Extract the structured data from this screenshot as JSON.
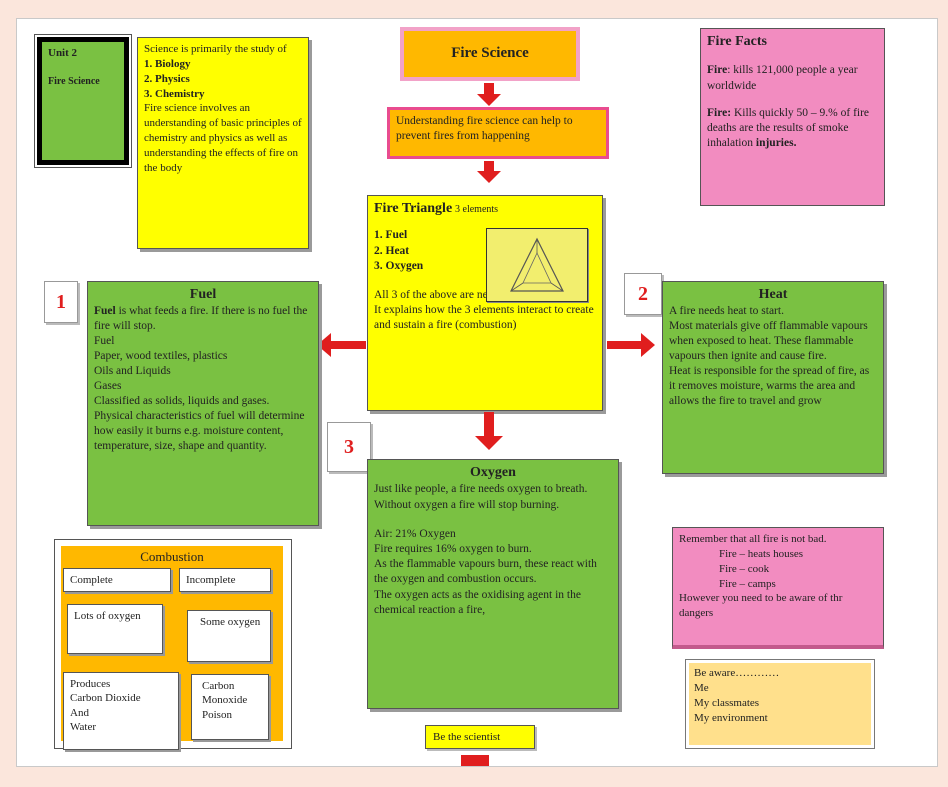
{
  "unit_box": {
    "unit": "Unit 2",
    "name": "Fire Science"
  },
  "science_box": {
    "intro": "Science is primarily the study of",
    "items": [
      "1. Biology",
      "2. Physics",
      "3. Chemistry"
    ],
    "body": "Fire science involves an understanding of basic principles of chemistry and physics as well as understanding the effects of fire on the body"
  },
  "main_title": "Fire Science",
  "prevent_text": "Understanding fire science can help to prevent fires from happening",
  "fire_facts": {
    "title": "Fire Facts",
    "fact1_label": "Fire",
    "fact1_text": ": kills 121,000 people a year worldwide",
    "fact2_label": "Fire:",
    "fact2_text": " Kills quickly 50 – 9.% of fire deaths are the results of smoke inhalation ",
    "fact2_bold": "injuries."
  },
  "triangle": {
    "title": "Fire Triangle",
    "subtitle": "3 elements",
    "items": [
      "1. Fuel",
      "2. Heat",
      "3. Oxygen"
    ],
    "text1": "All 3 of the above are needed for a fire to burn",
    "text2": "It explains how the 3 elements interact to create and sustain a fire (combustion)"
  },
  "fuel": {
    "number": "1",
    "title": "Fuel",
    "lead_bold": "Fuel",
    "lead_text": " is what feeds a fire. If there is no fuel the fire will stop.",
    "lines": [
      "Fuel",
      "Paper, wood textiles, plastics",
      "Oils and Liquids",
      "Gases",
      "Classified as solids, liquids and gases.",
      "Physical characteristics of fuel will determine how easily it burns e.g. moisture content, temperature, size, shape and quantity."
    ]
  },
  "heat": {
    "number": "2",
    "title": "Heat",
    "lines": [
      "A fire needs heat to start.",
      "Most materials give off flammable vapours when exposed to heat. These flammable vapours then ignite and cause fire.",
      "Heat is responsible for the spread of fire, as it removes moisture, warms the area and allows the fire to travel and grow"
    ]
  },
  "oxygen": {
    "number": "3",
    "title": "Oxygen",
    "intro": "Just like people, a fire needs oxygen to breath. Without oxygen a fire will stop burning.",
    "lines": [
      "Air: 21% Oxygen",
      "Fire requires 16% oxygen to burn.",
      "As the flammable vapours burn, these react with the oxygen and combustion occurs.",
      "The oxygen acts as the oxidising agent in the chemical reaction a fire,"
    ]
  },
  "combustion": {
    "title": "Combustion",
    "complete": "Complete",
    "incomplete": "Incomplete",
    "lots": "Lots of oxygen",
    "some": "Some oxygen",
    "produces": [
      "Produces",
      "Carbon Dioxide",
      "And",
      "Water"
    ],
    "carbon": [
      "Carbon",
      "Monoxide",
      "Poison"
    ]
  },
  "remember": {
    "line1": "Remember that all fire is not bad.",
    "items": [
      "Fire – heats houses",
      "Fire – cook",
      "Fire – camps"
    ],
    "line2": "However you need to be aware of thr dangers"
  },
  "be_aware": {
    "title": "Be aware…………",
    "items": [
      "Me",
      "My classmates",
      "My environment"
    ]
  },
  "scientist": "Be the scientist"
}
